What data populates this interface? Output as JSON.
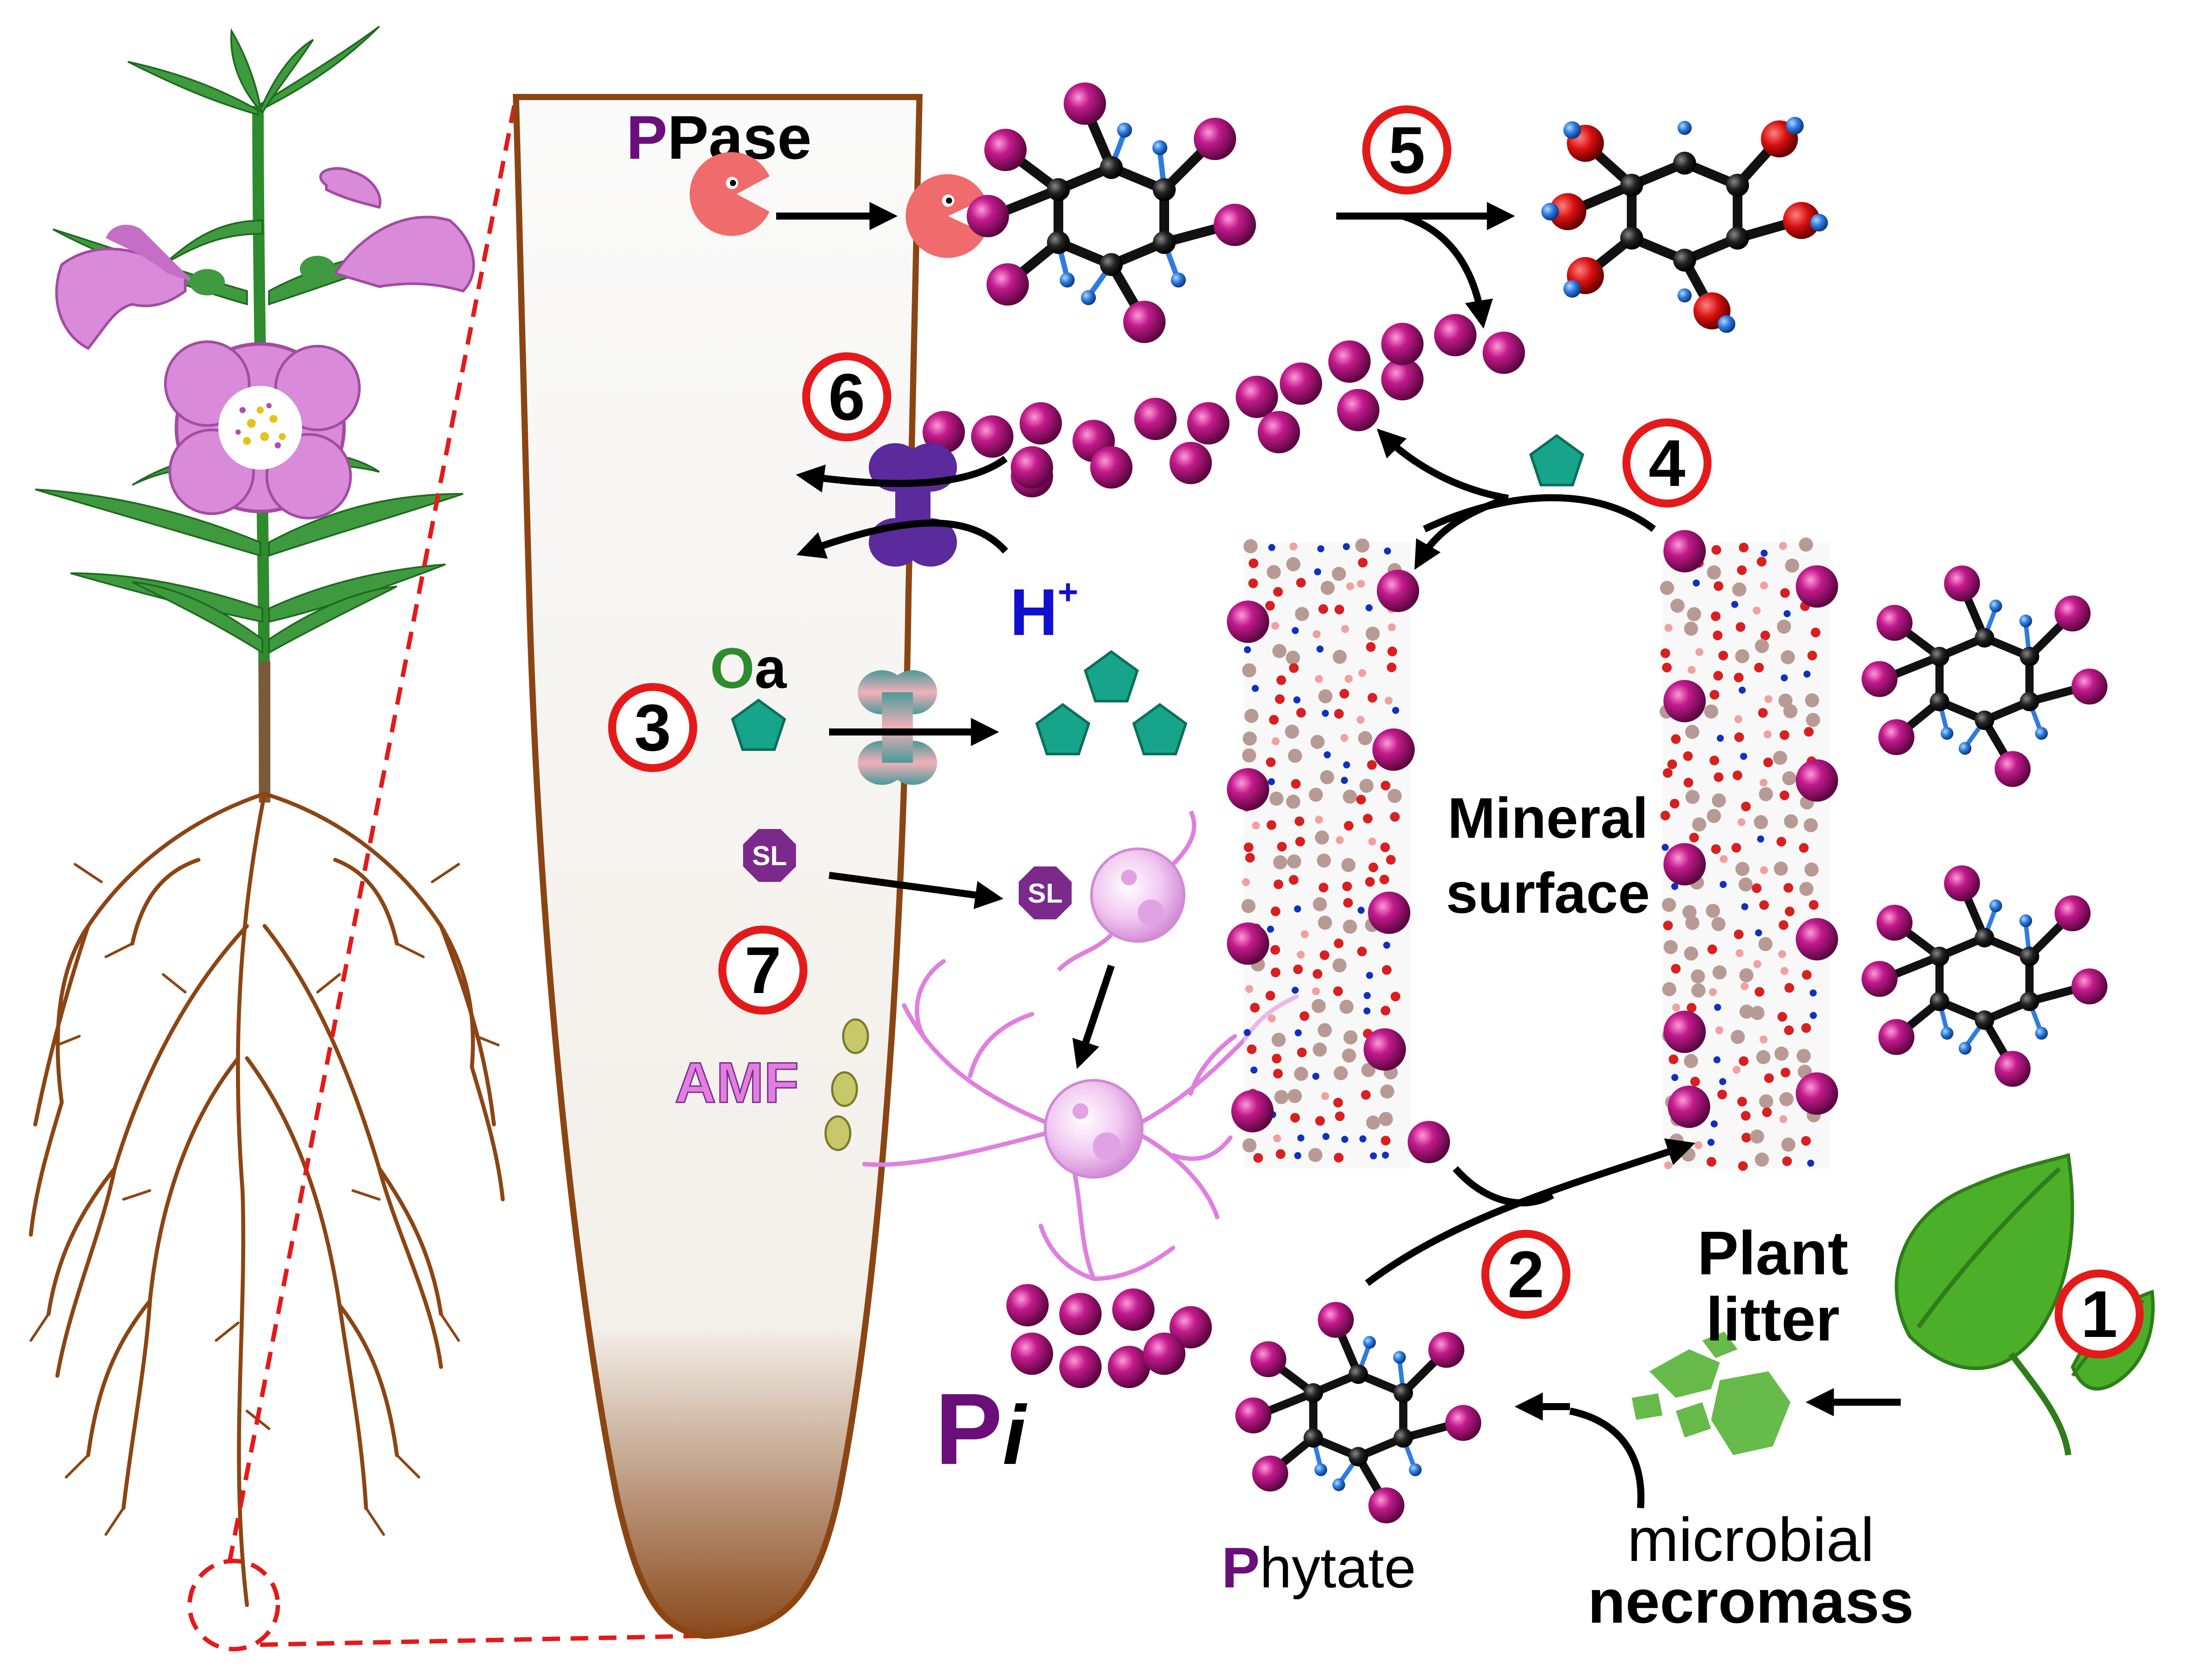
{
  "labels": {
    "ppase_p": "P",
    "ppase_rest": "Pase",
    "oa_o": "O",
    "oa_rest": "a",
    "proton": "H",
    "proton_sup": "+",
    "sl": "SL",
    "amf": "AMF",
    "mineral_line1": "Mineral",
    "mineral_line2": "surface",
    "plant_litter_line1": "Plant",
    "plant_litter_line2": "litter",
    "microbial_line1": "microbial",
    "microbial_line2": "necromass",
    "pi_p": "P",
    "pi_i": "i",
    "phytate_p": "P",
    "phytate_rest": "hytate"
  },
  "steps": [
    "1",
    "2",
    "3",
    "4",
    "5",
    "6",
    "7"
  ],
  "colors": {
    "phosphate": "#b0137d",
    "pacman": "#f06b6b",
    "acid": "#16a58a",
    "transporter": "#5b2a9c",
    "sl_badge": "#7b2a8c",
    "fungus": "#e07fe0",
    "root": "#8b4513",
    "step_ring": "#e41a1a",
    "proton": "#1010d0",
    "leaf": "#4caf2a",
    "oa_o": "#2e8b2e",
    "purple_p": "#6a0f7a"
  },
  "icons": [
    "pacman-enzyme-icon",
    "phytate-molecule-icon",
    "inositol-molecule-icon",
    "phosphate-ball-icon",
    "organic-acid-pentagon-icon",
    "transporter-icon",
    "leaf-icon",
    "flower-icon",
    "fungal-spore-icon"
  ]
}
